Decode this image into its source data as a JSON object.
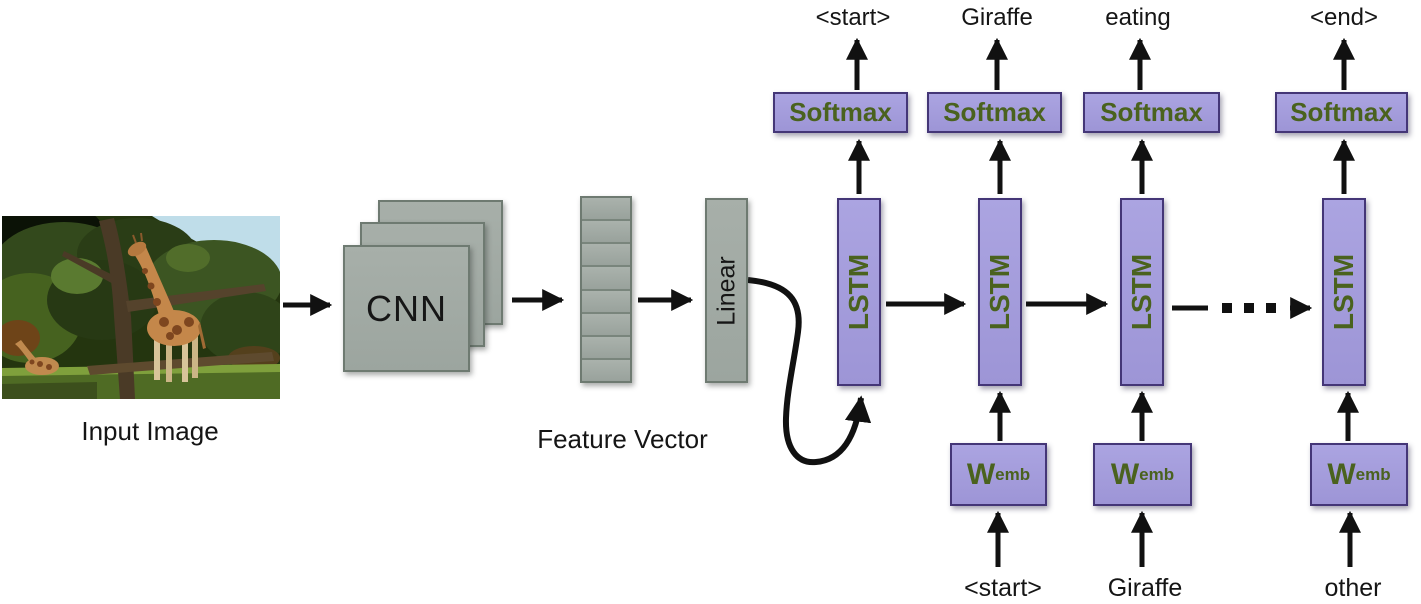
{
  "figure": {
    "kind": "cnn-lstm-image-captioning-architecture",
    "input": {
      "label": "Input Image",
      "photo_alt": "Photo of a giraffe eating leaves from a tree with a second giraffe nearby"
    },
    "cnn": {
      "label": "CNN",
      "stacked_planes": 3
    },
    "feature_vector": {
      "label": "Feature Vector",
      "cells": 8
    },
    "linear": {
      "label": "Linear"
    },
    "decoder": {
      "softmax_label": "Softmax",
      "lstm_label": "LSTM",
      "wemb_main": "W",
      "wemb_sub": "emb",
      "output_words": [
        "<start>",
        "Giraffe",
        "eating",
        "<end>"
      ],
      "input_words": [
        "<start>",
        "Giraffe",
        "other"
      ],
      "ellipsis": "..."
    },
    "icons": {
      "arrow": "black-solid-arrow",
      "ellipsis_dots": "three-black-squares",
      "recurrence_curve": "curved-arrow-linear-to-first-lstm"
    },
    "colors": {
      "box_gray": "#a2aaa4",
      "box_gray_border": "#6e7a71",
      "box_purple": "#a49dda",
      "box_purple_border": "#443677",
      "label_olive_green": "#4a621e",
      "text_black": "#151515",
      "arrow_black": "#111111",
      "background": "#ffffff"
    }
  }
}
